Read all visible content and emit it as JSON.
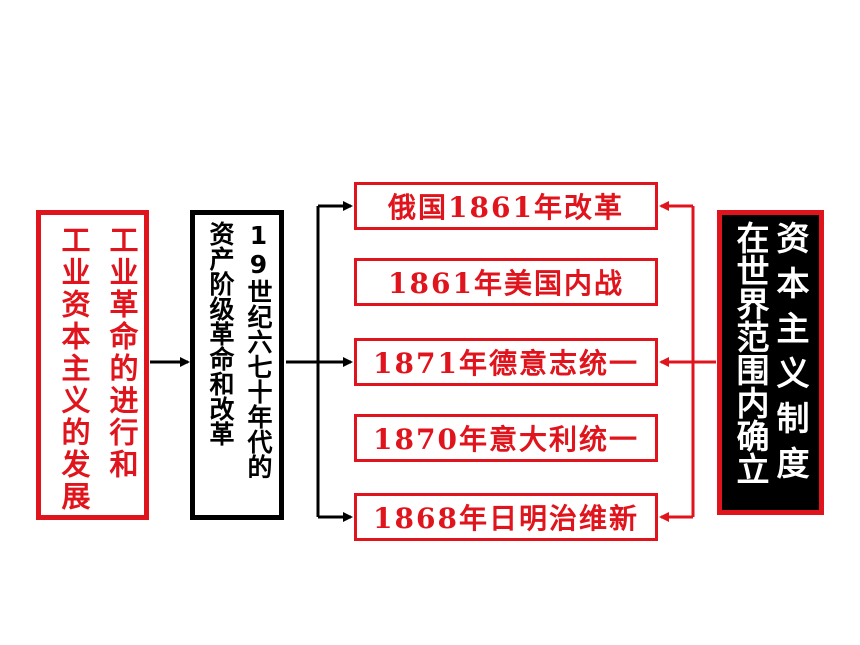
{
  "left_box": {
    "col1": "工业革命的进行和",
    "col2": "工业资本主义的发展"
  },
  "middle_box": {
    "col1": "19世纪六七十年代的",
    "col2": "资产阶级革命和改革"
  },
  "events": [
    "俄国1861年改革",
    "1861年美国内战",
    "1871年德意志统一",
    "1870年意大利统一",
    "1868年日明治维新"
  ],
  "right_box": {
    "col1": "资本主义制度",
    "col2": "在世界范围内确立"
  },
  "colors": {
    "accent_red": "#e0141c",
    "black": "#000000",
    "white": "#ffffff"
  }
}
